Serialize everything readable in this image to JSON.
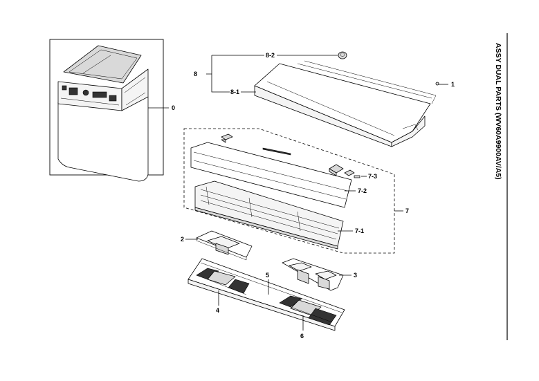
{
  "title": "ASSY DUAL PARTS (WV60A9900AV/A5)",
  "labels": {
    "p0": "0",
    "p1": "1",
    "p2": "2",
    "p3": "3",
    "p4": "4",
    "p5": "5",
    "p6": "6",
    "p7": "7",
    "p7_1": "7-1",
    "p7_2": "7-2",
    "p7_3": "7-3",
    "p8": "8",
    "p8_1": "8-1",
    "p8_2": "8-2"
  }
}
